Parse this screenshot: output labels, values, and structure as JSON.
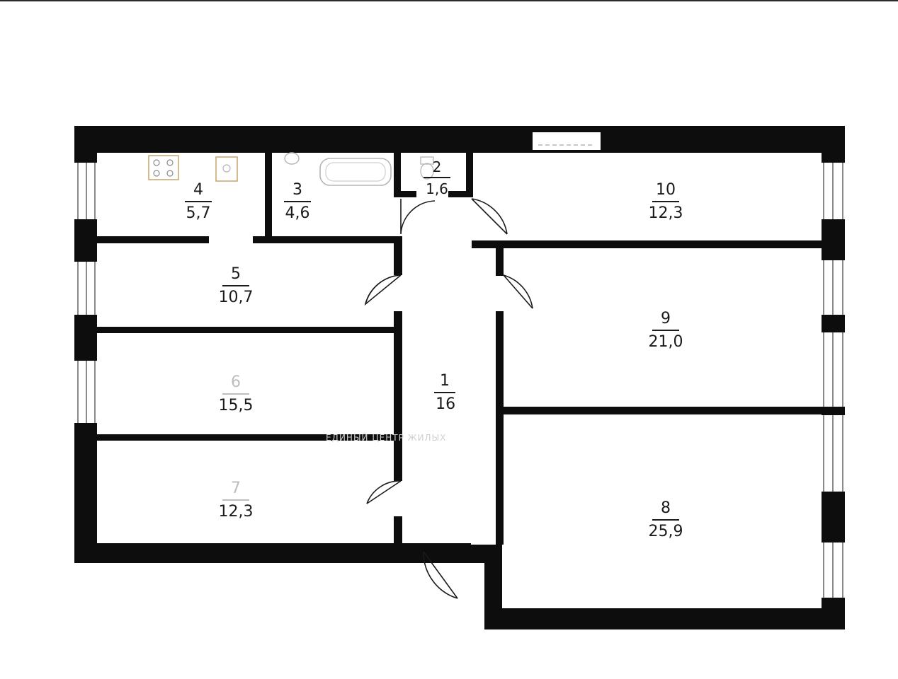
{
  "plan": {
    "rooms": [
      {
        "id": "room-1",
        "number": "1",
        "area": " 16"
      },
      {
        "id": "room-2",
        "number": "2",
        "area": "1,6"
      },
      {
        "id": "room-3",
        "number": "3",
        "area": "4,6"
      },
      {
        "id": "room-4",
        "number": "4",
        "area": "5,7"
      },
      {
        "id": "room-5",
        "number": "5",
        "area": "10,7"
      },
      {
        "id": "room-6",
        "number": "6",
        "area": "15,5"
      },
      {
        "id": "room-7",
        "number": "7",
        "area": "12,3"
      },
      {
        "id": "room-8",
        "number": "8",
        "area": "25,9"
      },
      {
        "id": "room-9",
        "number": "9",
        "area": "21,0"
      },
      {
        "id": "room-10",
        "number": "10",
        "area": "12,3"
      }
    ],
    "watermark": "ЕДИНЫЙ ЦЕНТР ЖИЛЫХ"
  },
  "colors": {
    "wall": "#0d0d0d",
    "window": "#8a8a8a",
    "fixture": "#b5b5b5",
    "stove": "#c9a36a"
  }
}
